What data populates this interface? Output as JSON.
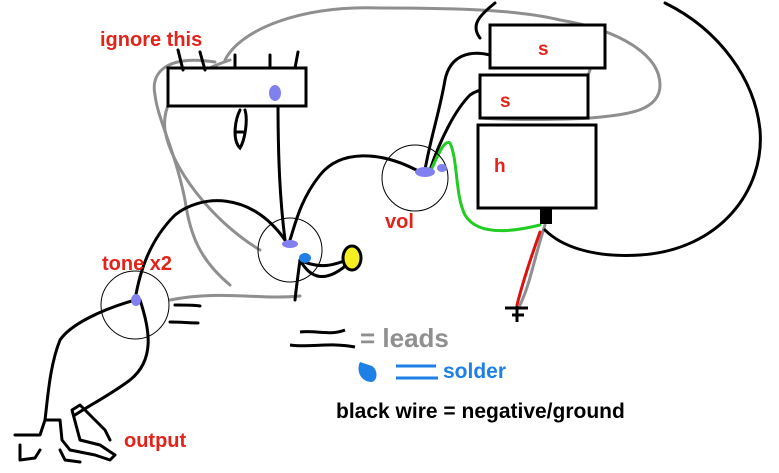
{
  "labels": {
    "ignore_this": "ignore this",
    "pickup_s1": "s",
    "pickup_s2": "s",
    "pickup_h": "h",
    "vol": "vol",
    "tone": "tone x2",
    "output": "output",
    "leads_legend": "= leads",
    "solder_legend": "solder",
    "black_wire_legend": "black wire = negative/ground"
  },
  "colors": {
    "label_red": "#e2231a",
    "solder_blue": "#1e7fe6",
    "solder_dot": "#8080ee",
    "lead_gray": "#8f8f8f",
    "wire_green": "#22cc22",
    "wire_red": "#dd1111",
    "switch_yellow": "#f5ee20",
    "wire_black": "#000000"
  }
}
